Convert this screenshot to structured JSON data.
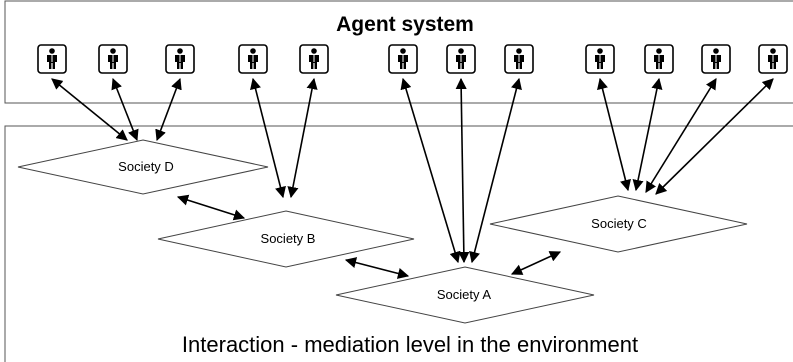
{
  "diagram": {
    "title": "Agent system",
    "caption": "Interaction - mediation level in the environment",
    "societies": [
      {
        "id": "D",
        "label": "Society D"
      },
      {
        "id": "B",
        "label": "Society B"
      },
      {
        "id": "A",
        "label": "Society A"
      },
      {
        "id": "C",
        "label": "Society C"
      }
    ],
    "agent_icon": "person-icon",
    "agent_count": 12,
    "arrow_style": "bidirectional",
    "groups": [
      {
        "society": "D",
        "agents": 3
      },
      {
        "society": "B",
        "agents": 2
      },
      {
        "society": "A",
        "agents": 3
      },
      {
        "society": "C",
        "agents": 4
      }
    ],
    "society_links": [
      {
        "from": "D",
        "to": "B"
      },
      {
        "from": "B",
        "to": "A"
      },
      {
        "from": "A",
        "to": "C"
      }
    ]
  }
}
